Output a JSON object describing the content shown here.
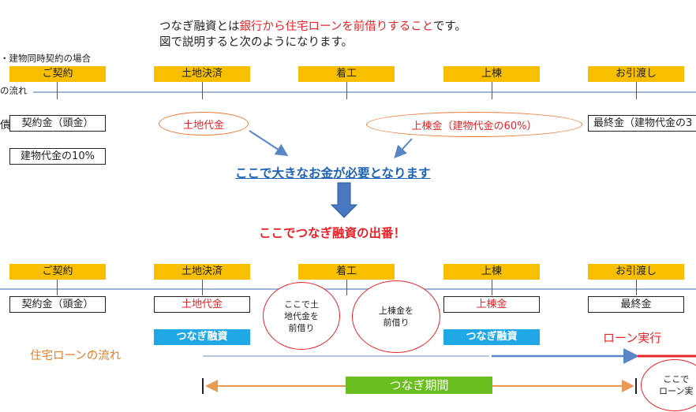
{
  "intro": {
    "line1_prefix": "つなぎ融資とは",
    "line1_highlight": "銀行から住宅ローンを前借りすること",
    "line1_suffix": "です。",
    "line2": "図で説明すると次のようになります。"
  },
  "section1": {
    "note": "・建物同時契約の場合",
    "flow_label": "の流れ",
    "side_char": "債",
    "steps": [
      "ご契約",
      "土地決済",
      "着工",
      "上棟",
      "お引渡し"
    ],
    "payments": {
      "contract": "契約金（頭金）",
      "building_pct": "建物代金の10%",
      "final": "最終金（建物代金の3"
    },
    "ovals": {
      "land": "土地代金",
      "framing": "上棟金（建物代金の60%）"
    },
    "message": "ここで大きなお金が必要となります",
    "bridge_message": "ここでつなぎ融資の出番！"
  },
  "section2": {
    "steps": [
      "ご契約",
      "土地決済",
      "着工",
      "上棟",
      "お引渡し"
    ],
    "payments": {
      "contract": "契約金（頭金）",
      "land": "土地代金",
      "framing": "上棟金",
      "final": "最終金"
    },
    "bubbles": {
      "land": [
        "ここで土",
        "地代金を",
        "前借り"
      ],
      "framing": [
        "上棟金を",
        "前借り"
      ],
      "loan": [
        "ここで",
        "ローン実"
      ]
    },
    "bridge_tags": [
      "つなぎ融資",
      "つなぎ融資"
    ],
    "loan_flow_label": "住宅ローンの流れ",
    "loan_execution": "ローン実行",
    "period_label": "つなぎ期間"
  },
  "colors": {
    "step_fill": "#f8bf00",
    "timeline": "#9fb6d4",
    "accent_red": "#e8242a",
    "oval_orange": "#ea7c3a",
    "message_blue": "#1d62b5",
    "tag_blue": "#20a8e6",
    "loan_orange": "#e67e22",
    "period_green": "#6abf1e"
  }
}
